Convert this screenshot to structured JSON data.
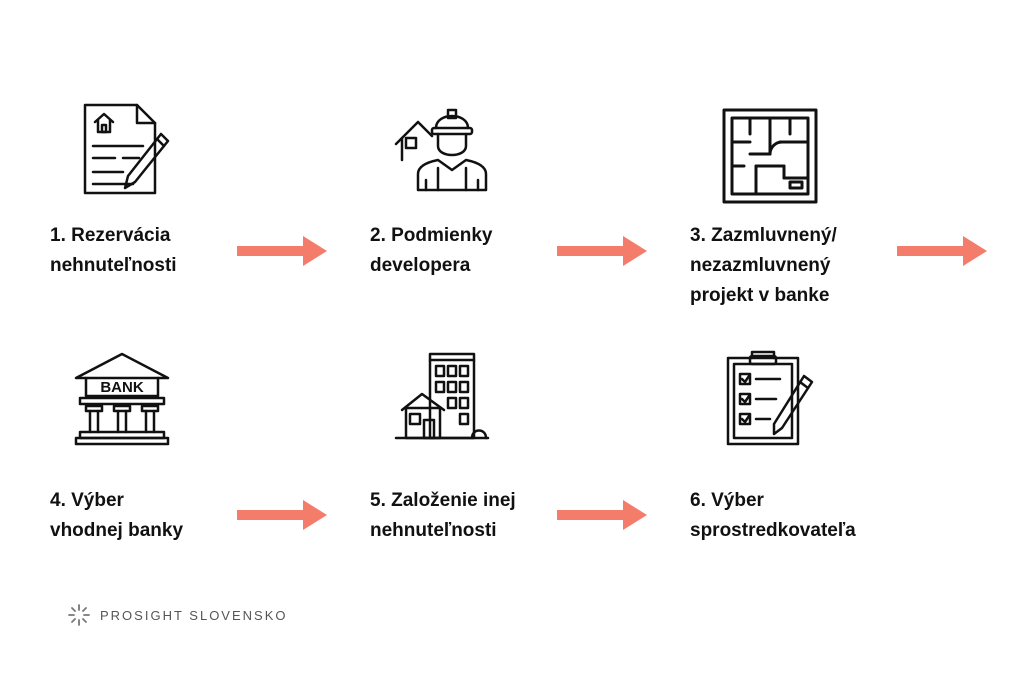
{
  "steps": [
    {
      "label": "1. Rezervácia\nnehnuteľnosti",
      "icon": "document-house-pen-icon"
    },
    {
      "label": "2. Podmienky\ndevelopera",
      "icon": "developer-worker-icon"
    },
    {
      "label": "3. Zazmluvnený/\nnezazmluvnený\nprojekt v banke",
      "icon": "floor-plan-icon"
    },
    {
      "label": "4. Výber\nvhodnej banky",
      "icon": "bank-icon"
    },
    {
      "label": "5. Založenie inej\nnehnuteľnosti",
      "icon": "buildings-icon"
    },
    {
      "label": "6. Výber\nsprostredkovateľa",
      "icon": "checklist-clipboard-icon"
    }
  ],
  "brand": {
    "name": "PROSIGHT",
    "suffix": "SLOVENSKO"
  },
  "colors": {
    "arrow": "#f47c6b",
    "text": "#111111",
    "brand": "#555555"
  }
}
